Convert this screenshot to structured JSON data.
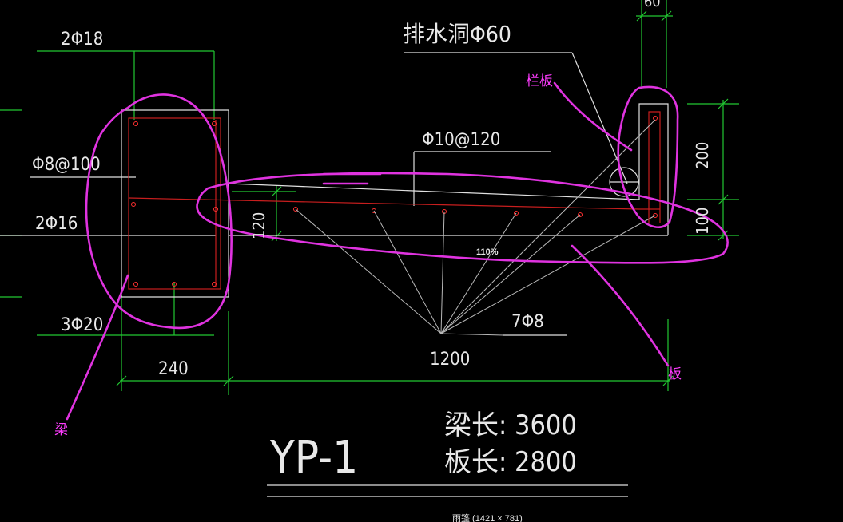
{
  "labels": {
    "beam_top_rebar": "2Φ18",
    "drain_hole": "排水洞Φ60",
    "stirrup": "Φ8@100",
    "slab_rebar": "Φ10@120",
    "beam_mid_rebar": "2Φ16",
    "slab_thickness": "120",
    "distribution_bars": "7Φ8",
    "zoom": "110%",
    "beam_bottom_rebar": "3Φ20",
    "beam_width": "240",
    "cantilever_length": "1200",
    "top_right_dim": "60",
    "parapet_height": "200",
    "parapet_bottom": "100",
    "title": "YP-1",
    "beam_length": "梁长: 3600",
    "slab_length": "板长: 2800",
    "caption": "雨篷 (1421 × 781)"
  },
  "annotations": {
    "parapet": "栏板",
    "beam": "梁",
    "slab": "板"
  },
  "colors": {
    "dimension": "#22c832",
    "outline": "#e0e0e0",
    "rebar": "#c81e1e",
    "annotation": "#e033e0"
  }
}
